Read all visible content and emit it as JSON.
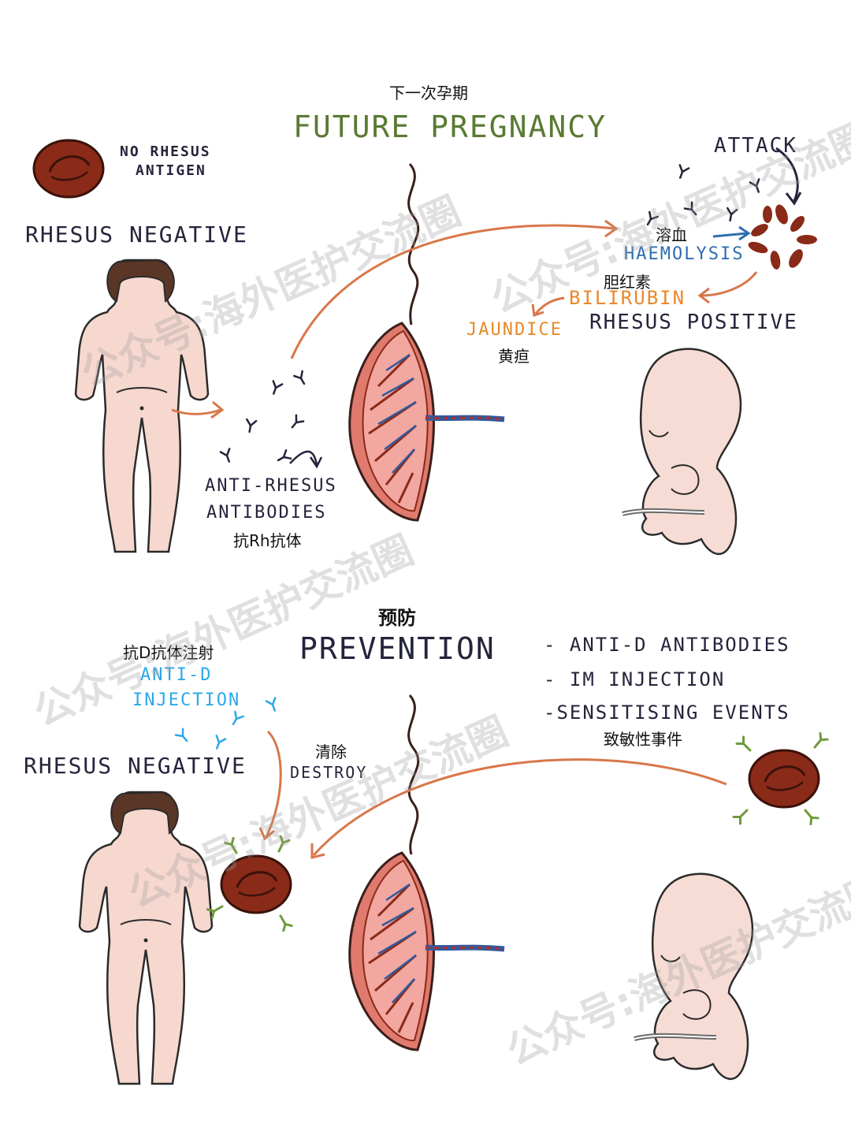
{
  "top": {
    "cn_title": "下一次孕期",
    "title": "FUTURE PREGNANCY",
    "no_antigen": [
      "NO RHESUS",
      "ANTIGEN"
    ],
    "mother_label": "RHESUS NEGATIVE",
    "antibodies_label": [
      "ANTI-RHESUS",
      "ANTIBODIES"
    ],
    "antibodies_cn": "抗Rh抗体",
    "attack": "ATTACK",
    "haemolysis_cn": "溶血",
    "haemolysis": "HAEMOLYSIS",
    "bilirubin_cn": "胆红素",
    "bilirubin": "BILIRUBIN",
    "jaundice": "JAUNDICE",
    "jaundice_cn": "黄疸",
    "fetus_label": "RHESUS POSITIVE"
  },
  "bottom": {
    "cn_title": "预防",
    "title": "PREVENTION",
    "injection_cn": "抗D抗体注射",
    "injection": [
      "ANTI-D",
      "INJECTION"
    ],
    "mother_label": "RHESUS NEGATIVE",
    "destroy_cn": "清除",
    "destroy": "DESTROY",
    "list": [
      "- ANTI-D  ANTIBODIES",
      "- IM   INJECTION",
      "-SENSITISING EVENTS"
    ],
    "events_cn": "致敏性事件"
  },
  "watermark": "公众号:海外医护交流圈",
  "colors": {
    "navy": "#24243c",
    "green": "#5a7a33",
    "blue": "#2f6db0",
    "orange": "#e8882a",
    "cyan": "#2aa8e8",
    "rbc": "#8a2a18",
    "skin": "#f6d8cf",
    "placenta": "#e07a6e"
  }
}
